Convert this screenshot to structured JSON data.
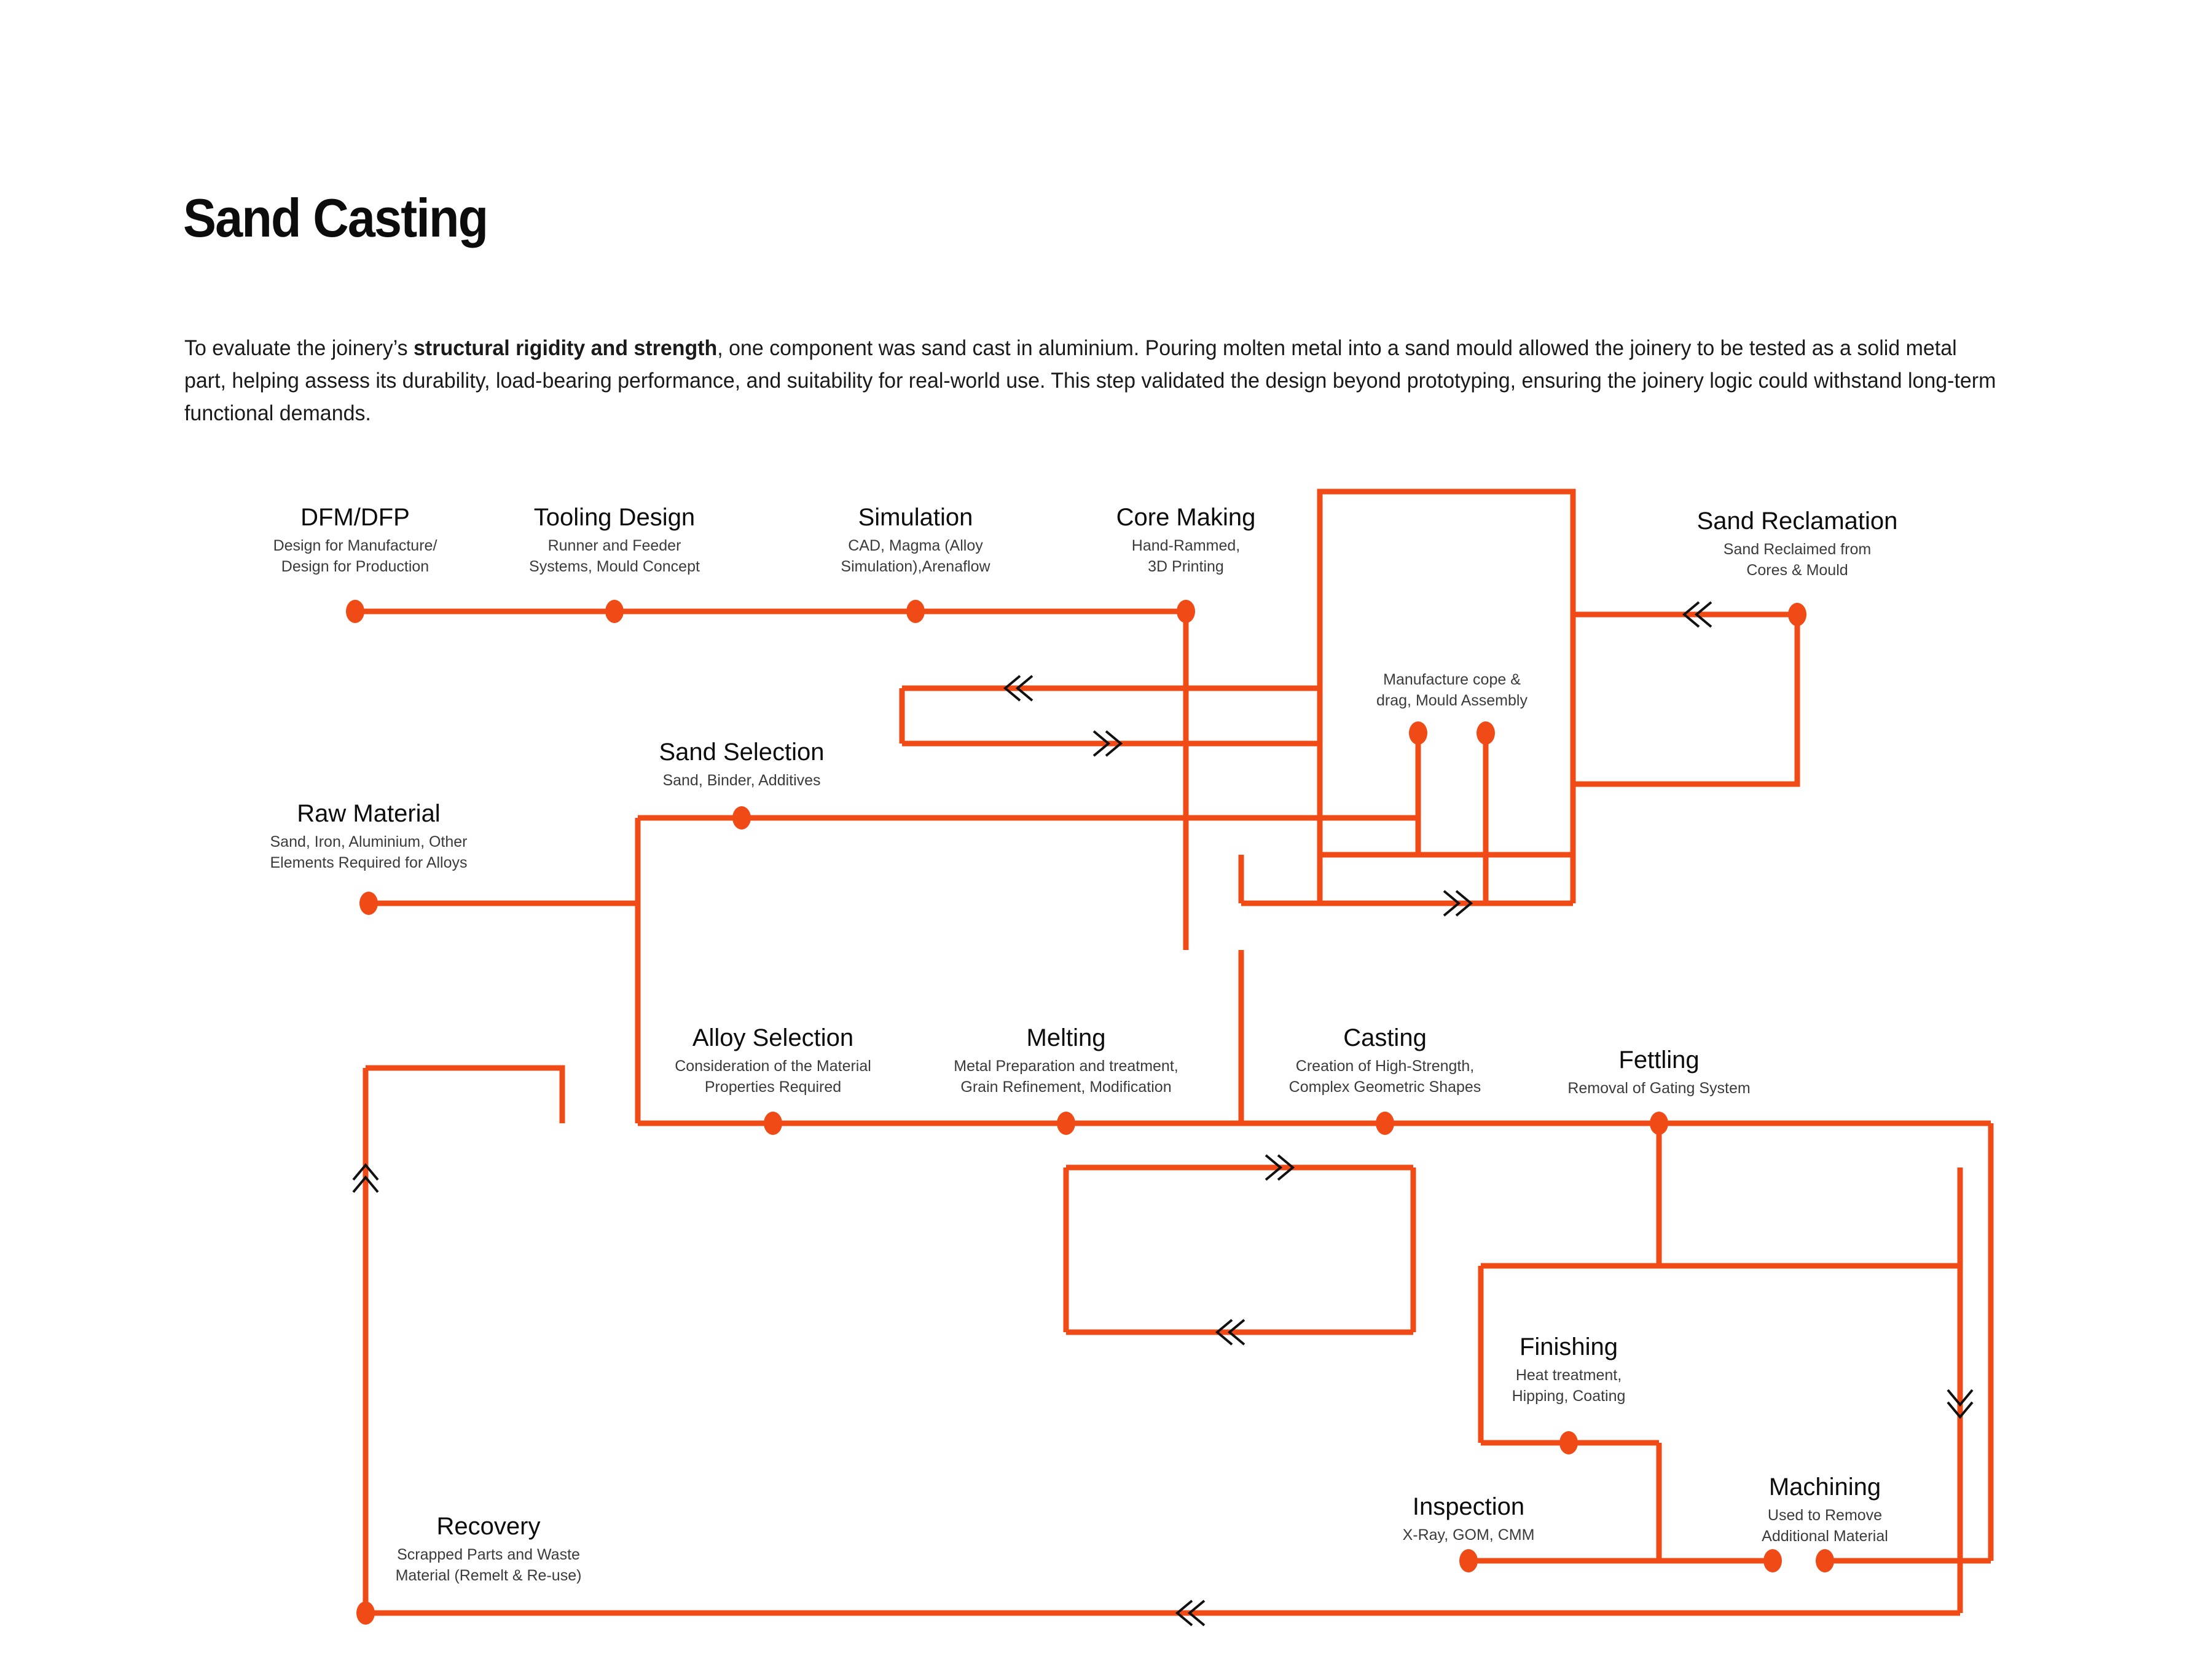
{
  "page": {
    "title": "Sand Casting",
    "intro_prefix": "To evaluate the joinery’s ",
    "intro_bold": "structural rigidity and strength",
    "intro_suffix": ", one component was sand cast in aluminium. Pouring molten metal into a sand mould allowed the joinery to be tested as a solid metal part, helping assess its durability, load-bearing performance, and suitability for real-world use. This step validated the design beyond prototyping, ensuring the joinery logic could withstand long-term functional demands.",
    "accent_color": "#F04B16",
    "text_color": "#0c0c0c",
    "sub_color": "#3b3b3b",
    "background": "#ffffff"
  },
  "diagram": {
    "type": "process-flow",
    "nodes": [
      {
        "id": "dfm",
        "title": "DFM/DFP",
        "sub": "Design for Manufacture/\nDesign for Production"
      },
      {
        "id": "tooling",
        "title": "Tooling Design",
        "sub": "Runner and Feeder\nSystems, Mould Concept"
      },
      {
        "id": "simulation",
        "title": "Simulation",
        "sub": "CAD, Magma (Alloy\nSimulation),Arenaflow"
      },
      {
        "id": "core",
        "title": "Core Making",
        "sub": "Hand-Rammed,\n3D Printing"
      },
      {
        "id": "reclamation",
        "title": "Sand Reclamation",
        "sub": "Sand Reclaimed from\nCores & Mould"
      },
      {
        "id": "copedrag",
        "title": "",
        "sub": "Manufacture cope &\ndrag, Mould Assembly"
      },
      {
        "id": "sandsel",
        "title": "Sand Selection",
        "sub": "Sand, Binder, Additives"
      },
      {
        "id": "rawmat",
        "title": "Raw Material",
        "sub": "Sand, Iron, Aluminium, Other\nElements Required for Alloys"
      },
      {
        "id": "alloysel",
        "title": "Alloy Selection",
        "sub": "Consideration of the Material\nProperties Required"
      },
      {
        "id": "melting",
        "title": "Melting",
        "sub": "Metal Preparation and treatment,\nGrain Refinement, Modification"
      },
      {
        "id": "casting",
        "title": "Casting",
        "sub": "Creation of High-Strength,\nComplex Geometric Shapes"
      },
      {
        "id": "fettling",
        "title": "Fettling",
        "sub": "Removal of Gating System"
      },
      {
        "id": "finishing",
        "title": "Finishing",
        "sub": "Heat treatment,\nHipping, Coating"
      },
      {
        "id": "inspection",
        "title": "Inspection",
        "sub": "X-Ray, GOM, CMM"
      },
      {
        "id": "machining",
        "title": "Machining",
        "sub": "Used to Remove\nAdditional Material"
      },
      {
        "id": "recovery",
        "title": "Recovery",
        "sub": "Scrapped Parts and Waste\nMaterial (Remelt & Re-use)"
      }
    ],
    "flow_order": [
      "dfm",
      "tooling",
      "simulation",
      "core",
      "copedrag",
      "reclamation",
      "sandsel",
      "rawmat",
      "alloysel",
      "melting",
      "casting",
      "fettling",
      "finishing",
      "inspection",
      "machining",
      "recovery"
    ]
  }
}
